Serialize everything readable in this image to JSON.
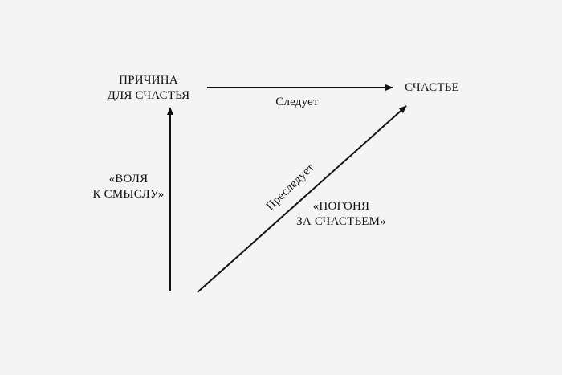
{
  "nodes": {
    "cause_line1": "ПРИЧИНА",
    "cause_line2": "ДЛЯ СЧАСТЬЯ",
    "happiness": "СЧАСТЬЕ",
    "will_line1": "«ВОЛЯ",
    "will_line2": "К СМЫСЛУ»",
    "pursuit_line1": "«ПОГОНЯ",
    "pursuit_line2": "ЗА СЧАСТЬЕМ»"
  },
  "edges": {
    "follows": "Следует",
    "pursues": "Преследует"
  },
  "colors": {
    "background": "#f4f4f4",
    "ink": "#111111"
  }
}
